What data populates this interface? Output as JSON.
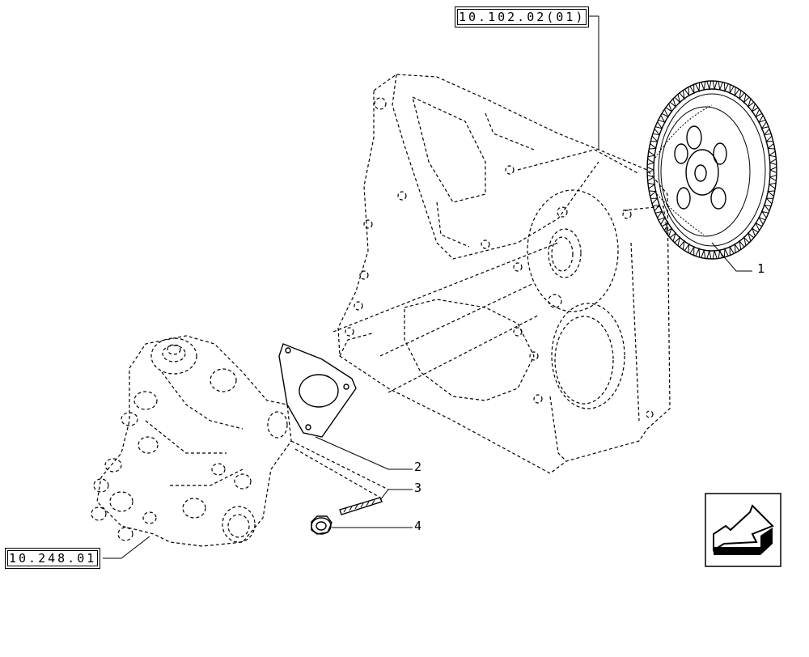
{
  "references": {
    "timing_cover_ref": "10.102.02(01)",
    "injection_pump_ref": "10.248.01"
  },
  "callouts": {
    "gear": "1",
    "gasket": "2",
    "stud": "3",
    "nut": "4"
  },
  "icons": {
    "navigation": "arrow-back-icon"
  }
}
